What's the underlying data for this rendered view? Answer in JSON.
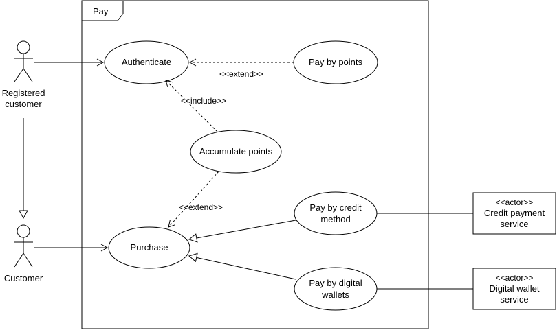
{
  "diagram": {
    "system": {
      "title": "Pay"
    },
    "actors": {
      "registered_customer": {
        "line1": "Registered",
        "line2": "customer"
      },
      "customer": {
        "label": "Customer"
      }
    },
    "use_cases": {
      "authenticate": "Authenticate",
      "pay_by_points": "Pay by points",
      "accumulate_points": "Accumulate points",
      "purchase": "Purchase",
      "pay_by_credit": {
        "line1": "Pay by credit",
        "line2": "method"
      },
      "pay_by_wallets": {
        "line1": "Pay by digital",
        "line2": "wallets"
      }
    },
    "relations": {
      "extend_points": "<<extend>>",
      "include_accumulate": "<<include>>",
      "extend_purchase": "<<extend>>"
    },
    "external_actors": {
      "credit_service": {
        "stereotype": "<<actor>>",
        "line1": "Credit payment",
        "line2": "service"
      },
      "wallet_service": {
        "stereotype": "<<actor>>",
        "line1": "Digital wallet",
        "line2": "service"
      }
    }
  }
}
